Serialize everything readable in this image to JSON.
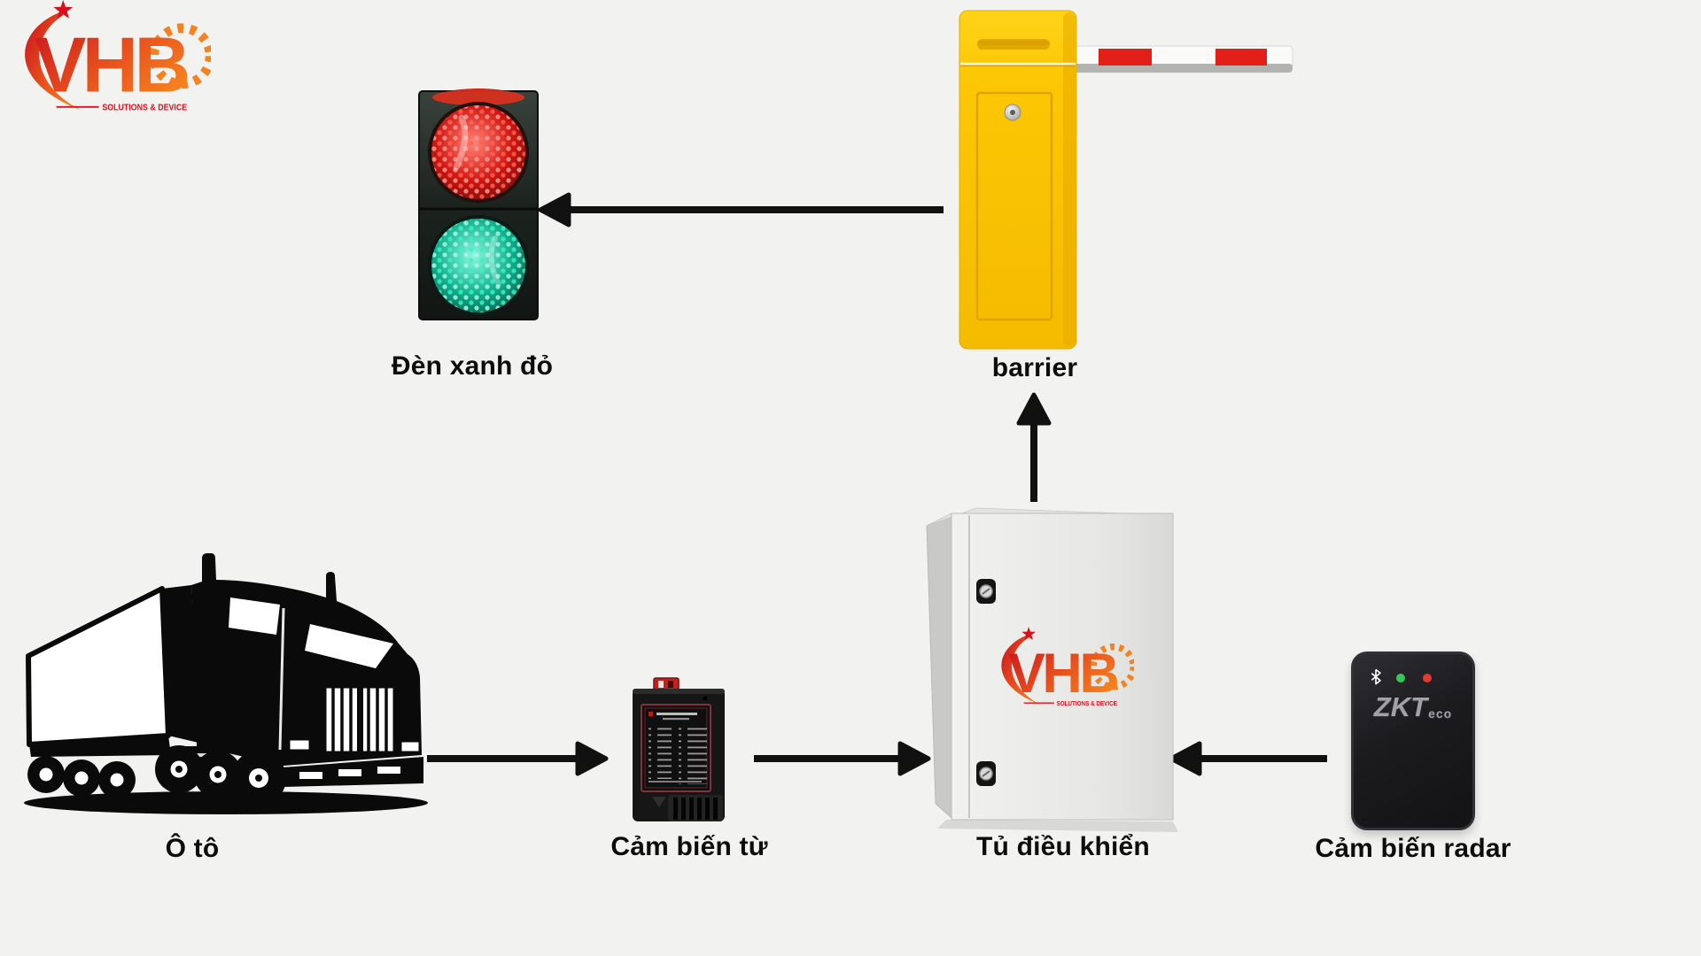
{
  "page": {
    "background": "#f2f2f0"
  },
  "logo": {
    "brand": "VHB",
    "tagline": "SOLUTIONS & DEVICE",
    "color_red": "#d0161f",
    "color_orange": "#f58220"
  },
  "nodes": {
    "traffic_light": {
      "label": "Đèn xanh đỏ",
      "light_colors": [
        "#e8251a",
        "#2ce8bf"
      ]
    },
    "barrier": {
      "label": "barrier",
      "cabinet_color": "#fcc600",
      "arm_stripe_color": "#e31f17"
    },
    "truck": {
      "label": "Ô tô"
    },
    "loop_detector": {
      "label": "Cảm biến từ"
    },
    "control_cabinet": {
      "label": "Tủ điều khiển"
    },
    "radar": {
      "label": "Cảm biến radar",
      "brand_main": "ZKT",
      "brand_sub": "eco",
      "led_green": "#35c759",
      "led_red": "#e23a2e"
    }
  },
  "edges": [
    {
      "from": "barrier",
      "to": "traffic_light"
    },
    {
      "from": "control_cabinet",
      "to": "barrier"
    },
    {
      "from": "truck",
      "to": "loop_detector"
    },
    {
      "from": "loop_detector",
      "to": "control_cabinet"
    },
    {
      "from": "radar",
      "to": "control_cabinet"
    }
  ]
}
